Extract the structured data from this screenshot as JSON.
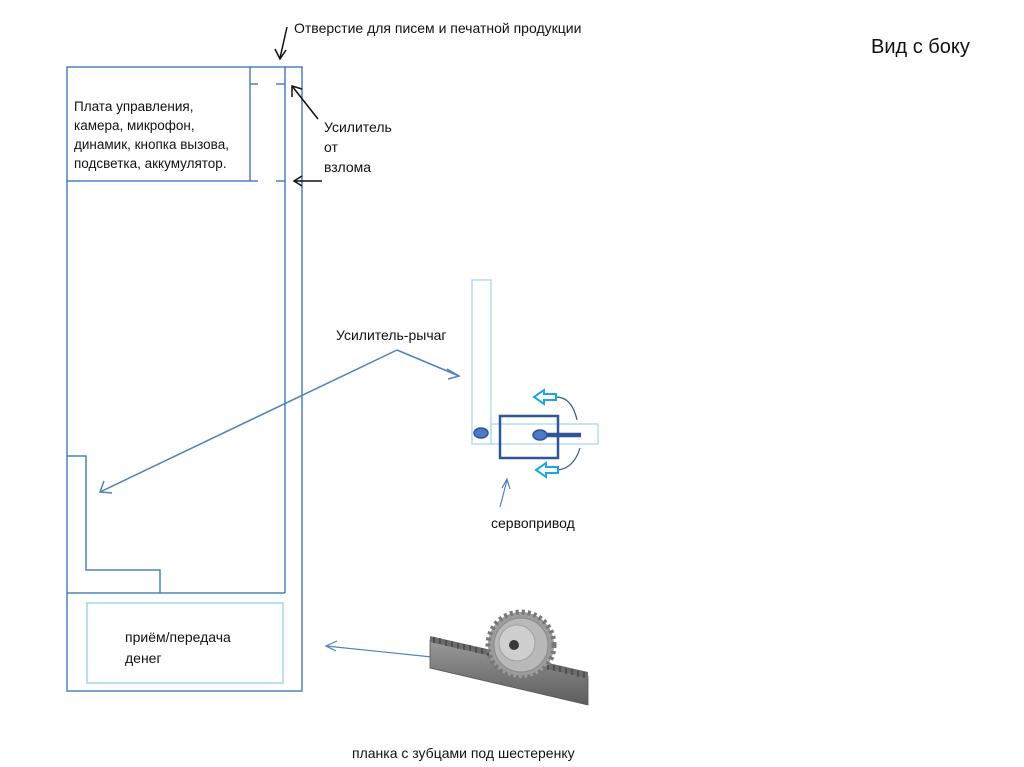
{
  "title": "Вид с боку",
  "labels": {
    "slot": "Отверстие для писем и печатной продукции",
    "control_board": [
      "Плата управления,",
      "камера, микрофон,",
      "динамик, кнопка вызова,",
      "подсветка, аккумулятор."
    ],
    "anti_break": [
      "Усилитель",
      "от",
      "взлома"
    ],
    "lever": "Усилитель-рычаг",
    "servo": "сервопривод",
    "money": [
      "приём/передача",
      "денег"
    ],
    "rack": "планка с зубцами под шестеренку"
  },
  "colors": {
    "outline": "#4f81bd",
    "light_outline": "#9fd6ef",
    "servo": "#2f5597",
    "arrow_cyan": "#1ca7e4",
    "text": "#111111"
  }
}
